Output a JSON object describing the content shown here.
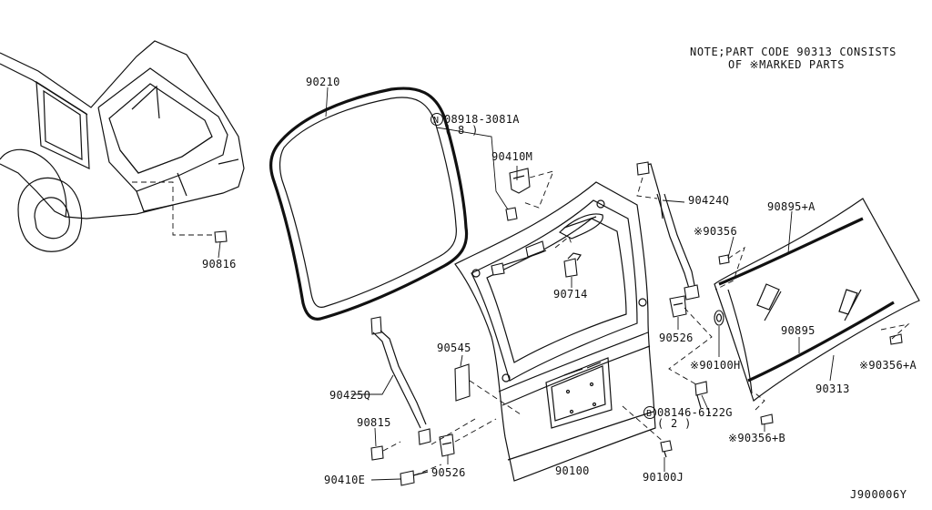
{
  "note": {
    "line1": "NOTE;PART CODE 90313 CONSISTS",
    "line2": "OF ※MARKED PARTS"
  },
  "labels": {
    "p90210": "90210",
    "p08918": "08918-3081A",
    "p08918_qty": "( 8 )",
    "p90410m": "90410M",
    "p90424q": "90424Q",
    "p90895a": "90895+A",
    "p90356": "※90356",
    "p90816": "90816",
    "p90714": "90714",
    "p90526_upper": "90526",
    "p90895": "90895",
    "p90100h": "※90100H",
    "p90356a": "※90356+A",
    "p90545": "90545",
    "p90313": "90313",
    "p90425q": "90425Q",
    "p08146": "08146-6122G",
    "p08146_qty": "( 2 )",
    "p90815": "90815",
    "p90356b": "※90356+B",
    "p90526_lower": "90526",
    "p90100": "90100",
    "p90100j": "90100J",
    "p90410e": "90410E"
  },
  "symbols": {
    "n_mark": "N",
    "b_mark": "B"
  },
  "diagram_id": "J900006Y"
}
